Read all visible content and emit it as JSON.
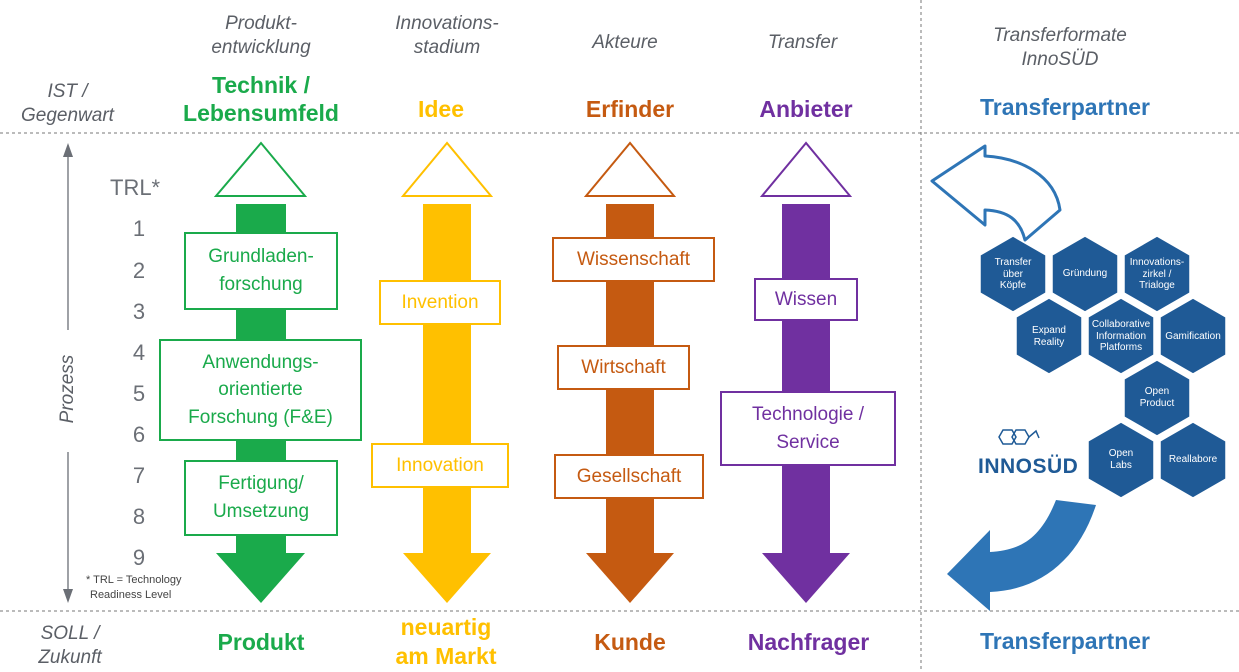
{
  "colors": {
    "green": "#1aaa4b",
    "yellow": "#ffc000",
    "orange": "#c55a11",
    "purple": "#7030a0",
    "blue": "#2e75b6",
    "hex_blue": "#1f5a96",
    "gray_text": "#5b5f66"
  },
  "row_labels": {
    "top_line1": "IST /",
    "top_line2": "Gegenwart",
    "bottom_line1": "SOLL /",
    "bottom_line2": "Zukunft",
    "process": "Prozess"
  },
  "trl": {
    "header": "TRL*",
    "levels": [
      "1",
      "2",
      "3",
      "4",
      "5",
      "6",
      "7",
      "8",
      "9"
    ],
    "note_line1": "* TRL = Technology",
    "note_line2": "Readiness Level"
  },
  "columns": [
    {
      "category_line1": "Produkt-",
      "category_line2": "entwicklung",
      "top_line1": "Technik /",
      "top_line2": "Lebensumfeld",
      "bottom_line1": "Produkt",
      "bottom_line2": "",
      "boxes": [
        {
          "line1": "Grundladen-",
          "line2": "forschung",
          "line3": ""
        },
        {
          "line1": "Anwendungs-",
          "line2": "orientierte",
          "line3": "Forschung (F&E)"
        },
        {
          "line1": "Fertigung/",
          "line2": "Umsetzung",
          "line3": ""
        }
      ]
    },
    {
      "category_line1": "Innovations-",
      "category_line2": "stadium",
      "top_line1": "Idee",
      "top_line2": "",
      "bottom_line1": "neuartig",
      "bottom_line2": "am Markt",
      "boxes": [
        {
          "line1": "Invention"
        },
        {
          "line1": "Innovation"
        }
      ]
    },
    {
      "category_line1": "Akteure",
      "category_line2": "",
      "top_line1": "Erfinder",
      "top_line2": "",
      "bottom_line1": "Kunde",
      "bottom_line2": "",
      "boxes": [
        {
          "line1": "Wissenschaft"
        },
        {
          "line1": "Wirtschaft"
        },
        {
          "line1": "Gesellschaft"
        }
      ]
    },
    {
      "category_line1": "Transfer",
      "category_line2": "",
      "top_line1": "Anbieter",
      "top_line2": "",
      "bottom_line1": "Nachfrager",
      "bottom_line2": "",
      "boxes": [
        {
          "line1": "Wissen",
          "line2": ""
        },
        {
          "line1": "Technologie /",
          "line2": "Service"
        }
      ]
    }
  ],
  "transfer": {
    "category_line1": "Transferformate",
    "category_line2": "InnoSÜD",
    "top": "Transferpartner",
    "bottom": "Transferpartner",
    "hexagons": [
      {
        "l1": "Transfer",
        "l2": "über",
        "l3": "Köpfe"
      },
      {
        "l1": "Gründung",
        "l2": "",
        "l3": ""
      },
      {
        "l1": "Innovations-",
        "l2": "zirkel /",
        "l3": "Trialoge"
      },
      {
        "l1": "Expand",
        "l2": "Reality",
        "l3": ""
      },
      {
        "l1": "Collaborative",
        "l2": "Information",
        "l3": "Platforms"
      },
      {
        "l1": "Gamification",
        "l2": "",
        "l3": ""
      },
      {
        "l1": "Open",
        "l2": "Product",
        "l3": ""
      },
      {
        "l1": "Open",
        "l2": "Labs",
        "l3": ""
      },
      {
        "l1": "Reallabore",
        "l2": "",
        "l3": ""
      }
    ],
    "logo_text": "INNOSÜD"
  }
}
